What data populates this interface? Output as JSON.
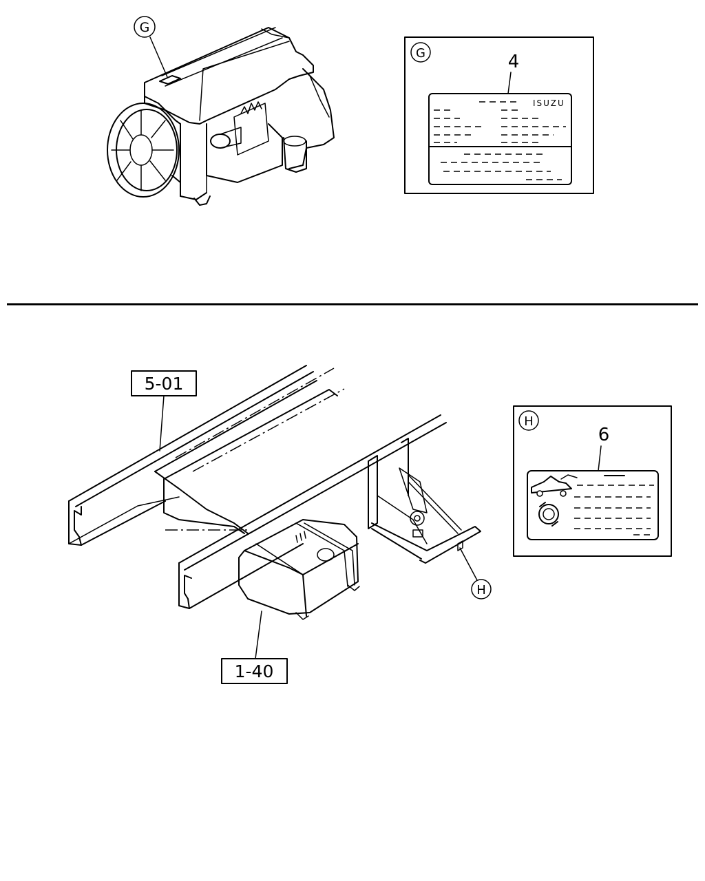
{
  "callouts": {
    "g_marker": "G",
    "h_marker": "H",
    "part_4": "4",
    "part_6": "6",
    "ref_frame": "5-01",
    "ref_tank": "1-40"
  },
  "label_4": {
    "brand": "ISUZU"
  }
}
